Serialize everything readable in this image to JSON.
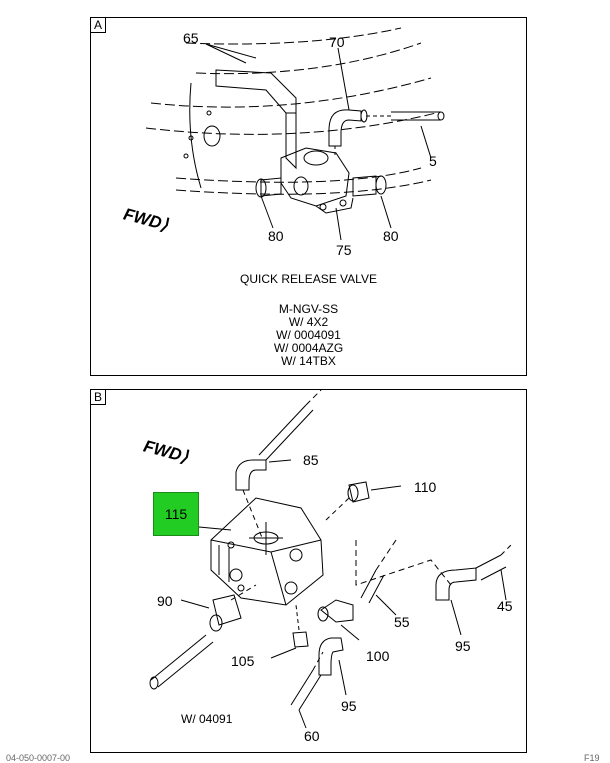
{
  "panel_a": {
    "letter": "A",
    "callouts": {
      "c65": "65",
      "c70": "70",
      "c5": "5",
      "c80a": "80",
      "c75": "75",
      "c80b": "80"
    },
    "fwd": "FWD",
    "caption": {
      "title": "QUICK RELEASE VALVE",
      "line1": "M-NGV-SS",
      "line2": "W/ 4X2",
      "line3": "W/ 0004091",
      "line4": "W/ 0004AZG",
      "line5": "W/ 14TBX"
    }
  },
  "panel_b": {
    "letter": "B",
    "fwd": "FWD",
    "highlight": {
      "label": "115",
      "color": "#22cc22"
    },
    "callouts": {
      "c85": "85",
      "c110": "110",
      "c90": "90",
      "c55": "55",
      "c45": "45",
      "c105": "105",
      "c100": "100",
      "c95a": "95",
      "c95b": "95",
      "c60": "60"
    },
    "note": "W/ 04091"
  },
  "footer": {
    "left": "04-050-0007-00",
    "right": "F19"
  }
}
